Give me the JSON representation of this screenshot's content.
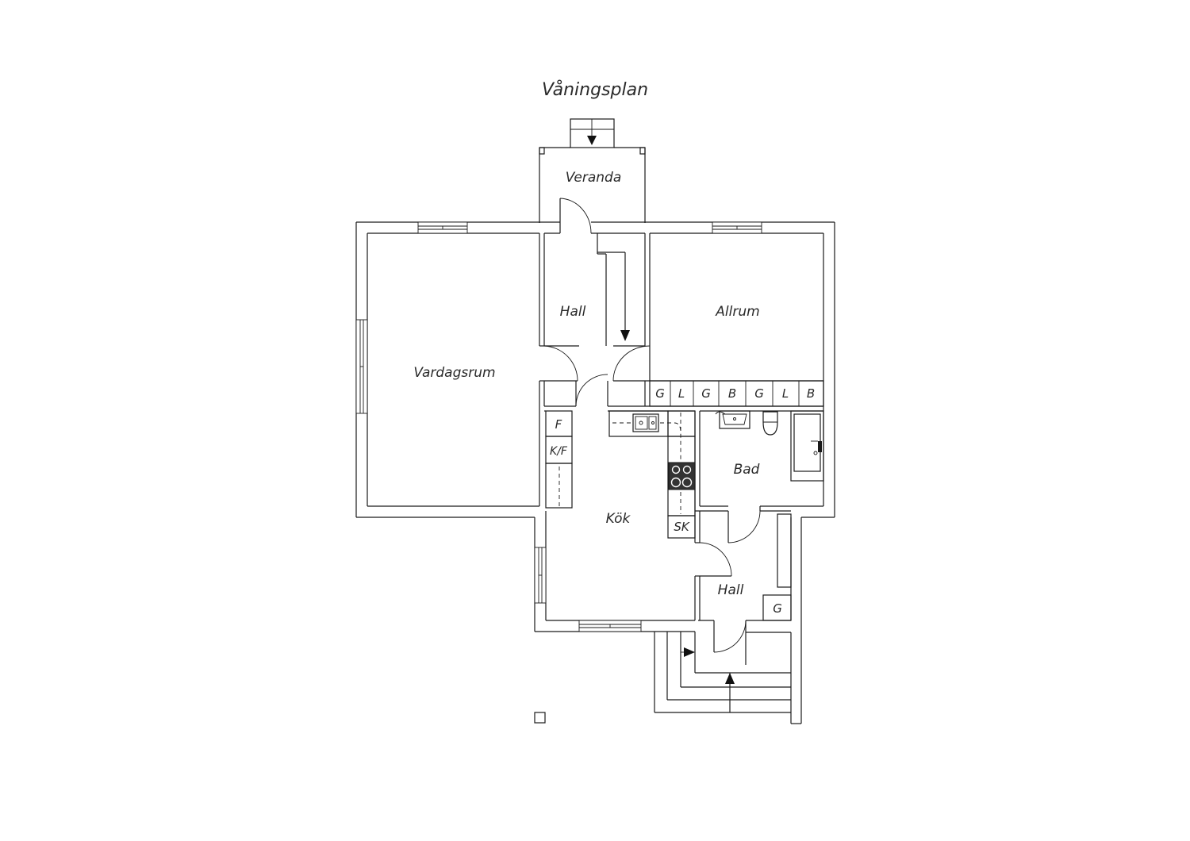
{
  "title": "Våningsplan",
  "rooms": {
    "veranda": "Veranda",
    "hall_upper": "Hall",
    "allrum": "Allrum",
    "vardagsrum": "Vardagsrum",
    "bad": "Bad",
    "kok": "Kök",
    "hall_lower": "Hall"
  },
  "storage_labels": [
    "G",
    "L",
    "G",
    "B",
    "G",
    "L",
    "B"
  ],
  "kitchen_labels": {
    "fridge": "F",
    "fridge_freezer": "K/F",
    "cabinet": "SK"
  },
  "hall_cabinet": "G"
}
